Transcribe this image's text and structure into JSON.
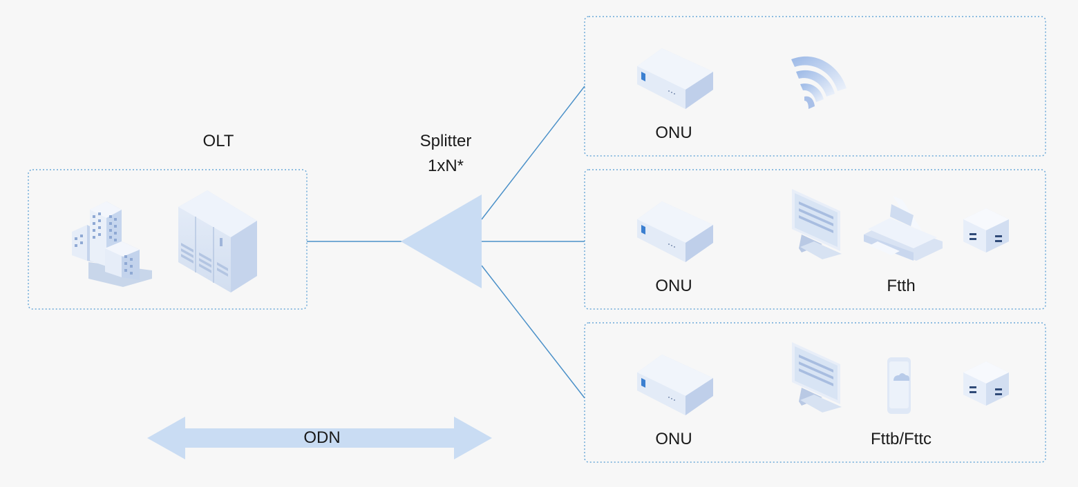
{
  "colors": {
    "background": "#f7f7f7",
    "line": "#4a90c8",
    "box_border": "#6aa8d8",
    "shape_fill": "#c9dcf3",
    "text": "#1a1a1a"
  },
  "olt": {
    "title": "OLT"
  },
  "splitter": {
    "line1": "Splitter",
    "line2": "1xN*"
  },
  "odn": {
    "label": "ODN"
  },
  "branches": [
    {
      "onu_label": "ONU",
      "group_label": "",
      "devices": [
        "wifi-icon"
      ]
    },
    {
      "onu_label": "ONU",
      "group_label": "Ftth",
      "devices": [
        "monitor-icon",
        "printer-icon",
        "router-icon"
      ]
    },
    {
      "onu_label": "ONU",
      "group_label": "Fttb/Fttc",
      "devices": [
        "monitor-icon",
        "phone-icon",
        "router-icon"
      ]
    }
  ]
}
